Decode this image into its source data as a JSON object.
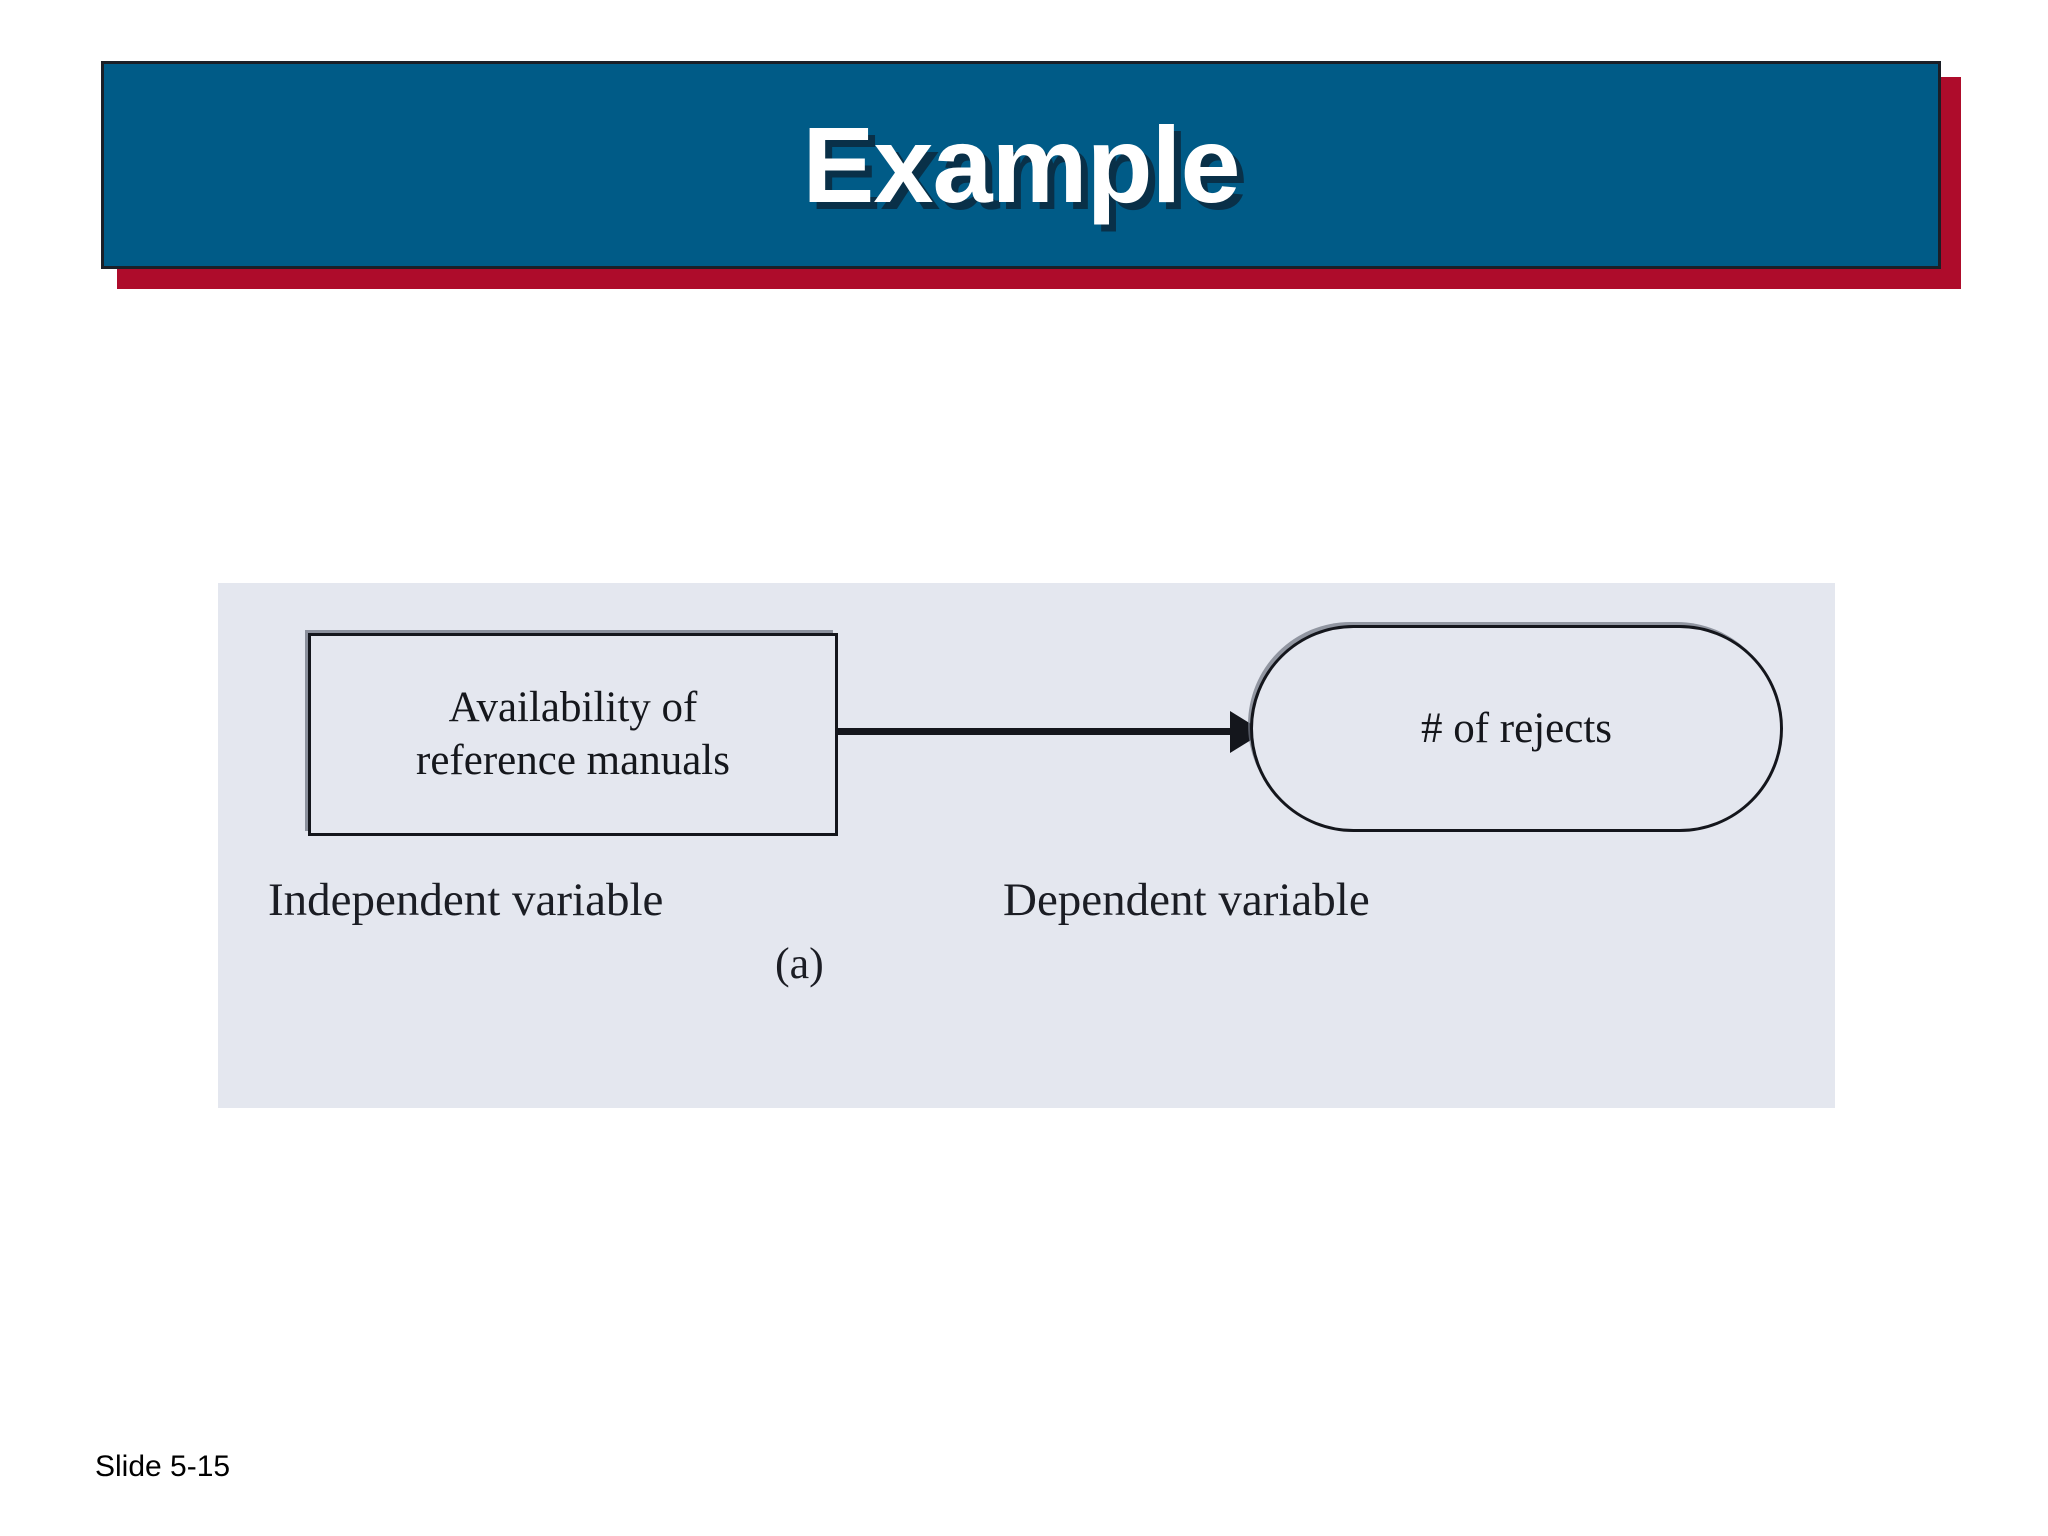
{
  "slide": {
    "title": "Example",
    "slide_number": "Slide 5-15",
    "colors": {
      "banner_blue": "#005B87",
      "banner_shadow_red": "#AE0C2B",
      "banner_border": "#1B1F27",
      "title_text": "#FFFFFF",
      "diagram_panel_bg": "#E4E7EF",
      "diagram_stroke": "#14161C",
      "page_bg": "#FFFFFF"
    }
  },
  "diagram": {
    "figure_label": "(a)",
    "independent": {
      "node_text": "Availability of\nreference manuals",
      "caption": "Independent variable",
      "shape": "rectangle"
    },
    "dependent": {
      "node_text": "# of rejects",
      "caption": "Dependent variable",
      "shape": "stadium"
    },
    "connector": {
      "type": "arrow",
      "direction": "left-to-right",
      "from": "Availability of reference manuals",
      "to": "# of rejects"
    }
  }
}
